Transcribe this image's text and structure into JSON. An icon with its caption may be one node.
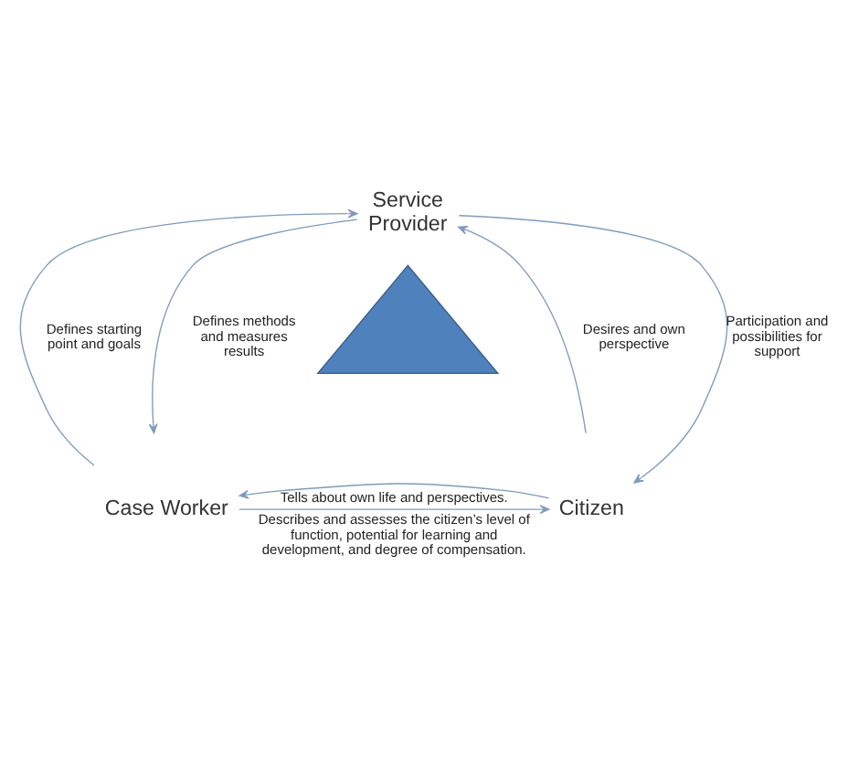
{
  "diagram": {
    "nodes": [
      {
        "text": [
          "Service Provider"
        ]
      },
      {
        "text": [],
        "shape": "triangle"
      },
      {
        "text": [
          "Case Worker"
        ]
      },
      {
        "text": [
          "Citizen"
        ]
      }
    ],
    "edges": [
      {
        "from": 0,
        "to": 2,
        "arrow": "to",
        "label": "Defines methods and measures results"
      },
      {
        "from": 2,
        "to": 0,
        "arrow": "to",
        "label": "Defines starting point and goals"
      },
      {
        "from": 0,
        "to": 3,
        "arrow": "to",
        "label": "Participation and possibilities for support"
      },
      {
        "from": 3,
        "to": 0,
        "arrow": "to",
        "label": "Desires and own perspective"
      },
      {
        "from": 2,
        "to": 3,
        "arrow": "to",
        "label": "Describes and assesses the citizen’s level of function, potential for learning and development, and degree of compensation."
      },
      {
        "from": 3,
        "to": 2,
        "arrow": "to",
        "label": "Tells about own life and perspectives."
      }
    ]
  }
}
